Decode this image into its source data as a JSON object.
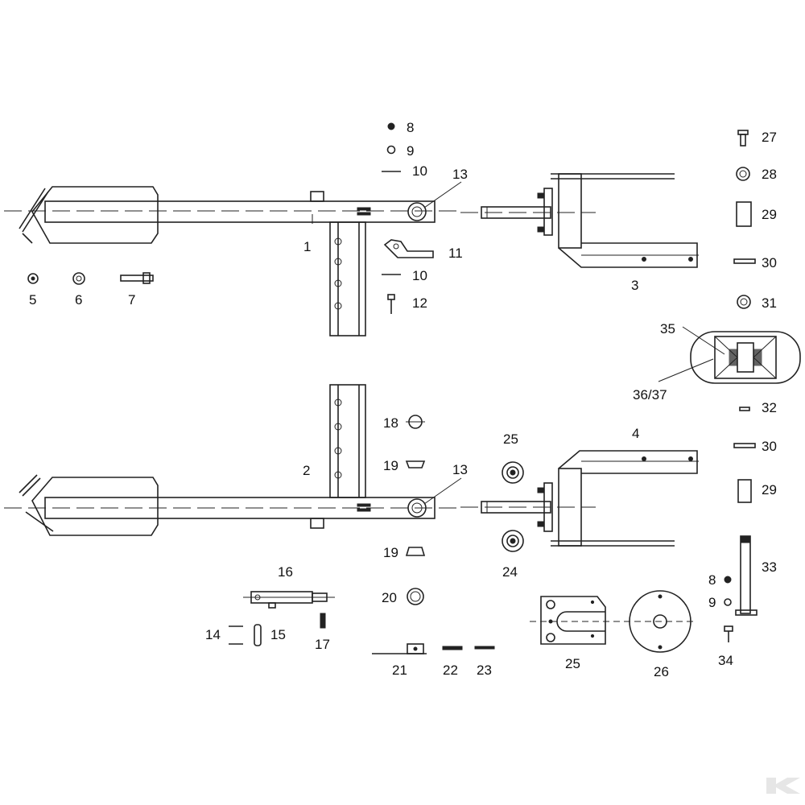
{
  "diagram": {
    "colors": {
      "ink": "#222222",
      "background": "#ffffff",
      "logo": "#e6e6e6"
    },
    "labels": {
      "l1": "1",
      "l2": "2",
      "l3": "3",
      "l4": "4",
      "l5": "5",
      "l6": "6",
      "l7": "7",
      "l8a": "8",
      "l8b": "8",
      "l9a": "9",
      "l9b": "9",
      "l10a": "10",
      "l10b": "10",
      "l11": "11",
      "l12": "12",
      "l13a": "13",
      "l13b": "13",
      "l14": "14",
      "l15": "15",
      "l16": "16",
      "l17": "17",
      "l18": "18",
      "l19a": "19",
      "l19b": "19",
      "l20": "20",
      "l21": "21",
      "l22": "22",
      "l23": "23",
      "l24": "24",
      "l25a": "25",
      "l25b": "25",
      "l26": "26",
      "l27": "27",
      "l28": "28",
      "l29a": "29",
      "l29b": "29",
      "l30a": "30",
      "l30b": "30",
      "l31": "31",
      "l32": "32",
      "l33": "33",
      "l34": "34",
      "l35": "35",
      "l3637": "36/37"
    },
    "logo_icon": "brand-logo-icon"
  }
}
